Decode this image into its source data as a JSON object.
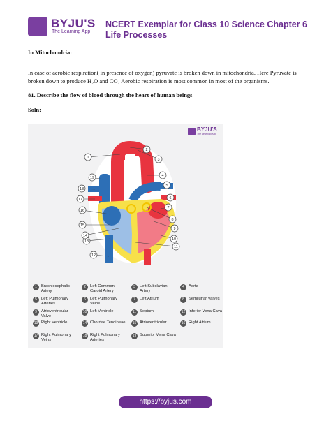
{
  "header": {
    "brand": "BYJU'S",
    "tagline": "The Learning App",
    "title": "NCERT Exemplar for Class 10 Science Chapter 6 Life Processes"
  },
  "content": {
    "heading": "In Mitochondria:",
    "paragraph": "In case of aerobic respiration( in presence of oxygen) pyruvate is broken down in mitochondria. Here Pyruvate is broken down to produce H₂O and CO₂ Aerobic respiration is most common in most of the organisms.",
    "question": "81. Describe the flow of blood through the heart of human beings",
    "soln_label": "Soln:"
  },
  "figure": {
    "brand": "BYJU'S",
    "tagline": "The Learning App",
    "callouts": [
      "1",
      "2",
      "3",
      "4",
      "5",
      "6",
      "7",
      "8",
      "9",
      "10",
      "11",
      "12",
      "13",
      "14",
      "15",
      "16",
      "17",
      "18",
      "19"
    ],
    "legend": [
      {
        "num": "1",
        "label": "Brachiocephalic Artery"
      },
      {
        "num": "2",
        "label": "Left Common Caroid Artery"
      },
      {
        "num": "3",
        "label": "Left Subclavian Artery"
      },
      {
        "num": "4",
        "label": "Aorta"
      },
      {
        "num": "5",
        "label": "Left Pulmonary Arteries"
      },
      {
        "num": "6",
        "label": "Left Pulmonary Veins"
      },
      {
        "num": "7",
        "label": "Left Atrium"
      },
      {
        "num": "8",
        "label": "Semilunar Valves"
      },
      {
        "num": "9",
        "label": "Atrioventricular Valve"
      },
      {
        "num": "10",
        "label": "Left Ventricle"
      },
      {
        "num": "11",
        "label": "Septum"
      },
      {
        "num": "12",
        "label": "Inferior Vena Cava"
      },
      {
        "num": "13",
        "label": "Right Ventricle"
      },
      {
        "num": "14",
        "label": "Chordae Tendineae"
      },
      {
        "num": "15",
        "label": "Atrioventricular"
      },
      {
        "num": "16",
        "label": "Right Atrium"
      },
      {
        "num": "17",
        "label": "Right Pulmonary Veins"
      },
      {
        "num": "18",
        "label": "Right Pulmonary Arteries"
      },
      {
        "num": "19",
        "label": "Superior Vena Cava"
      }
    ],
    "colors": {
      "oxygenated": "#e8343f",
      "deoxygenated": "#2d6fb6",
      "wall": "#f7e04a",
      "valve": "#f2c400"
    }
  },
  "footer": {
    "url": "https://byjus.com"
  }
}
